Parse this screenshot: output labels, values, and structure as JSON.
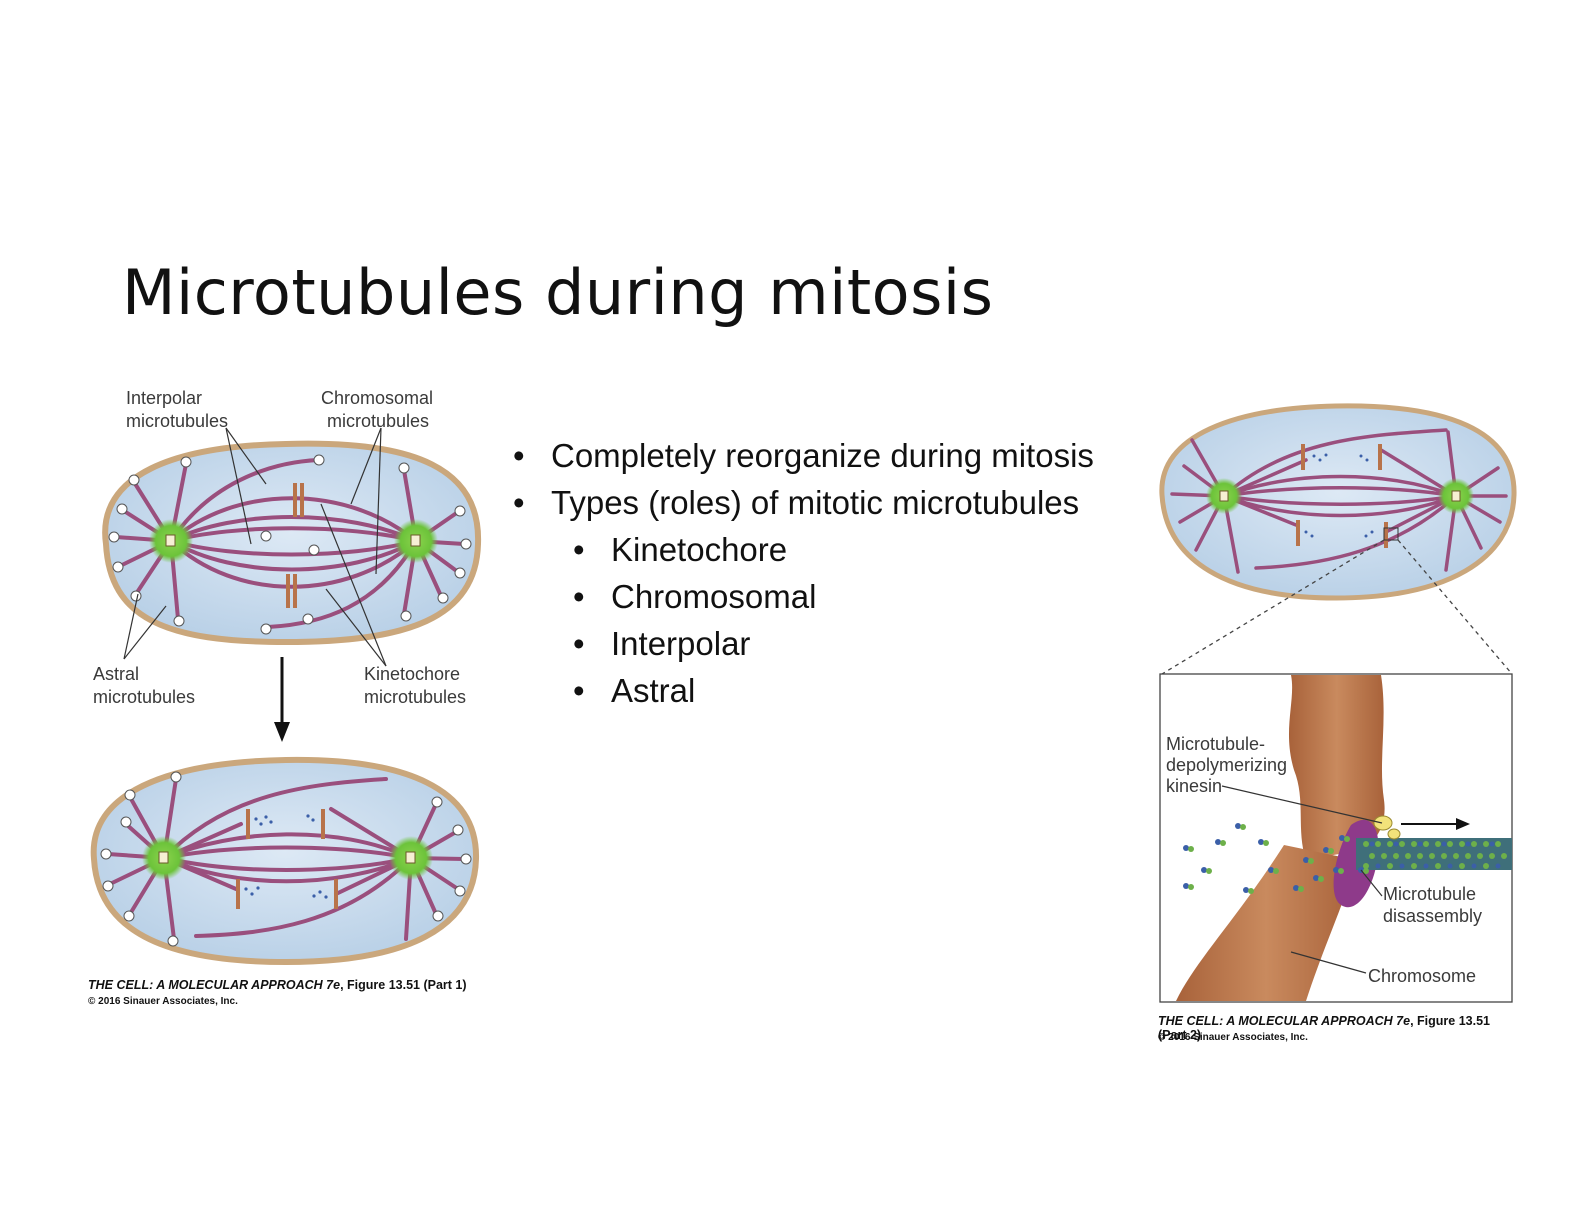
{
  "slide": {
    "title": "Microtubules during mitosis",
    "bullets": [
      {
        "text": "Completely reorganize during mitosis",
        "level": 1
      },
      {
        "text": "Types (roles) of mitotic microtubules",
        "level": 1
      },
      {
        "text": "Kinetochore",
        "level": 2
      },
      {
        "text": "Chromosomal",
        "level": 2
      },
      {
        "text": "Interpolar",
        "level": 2
      },
      {
        "text": "Astral",
        "level": 2
      }
    ],
    "bullet_glyph": "•"
  },
  "figure1": {
    "labels": {
      "interpolar_1": "Interpolar",
      "interpolar_2": "microtubules",
      "chromosomal_1": "Chromosomal",
      "chromosomal_2": "microtubules",
      "astral_1": "Astral",
      "astral_2": "microtubules",
      "kinetochore_1": "Kinetochore",
      "kinetochore_2": "microtubules"
    },
    "credit_italic": "THE CELL: A MOLECULAR APPROACH 7e",
    "credit_rest": ", Figure 13.51 (Part 1)",
    "copyright": "© 2016 Sinauer Associates, Inc."
  },
  "figure2": {
    "labels": {
      "kinesin_1": "Microtubule-",
      "kinesin_2": "depolymerizing",
      "kinesin_3": "kinesin",
      "disassembly_1": "Microtubule",
      "disassembly_2": "disassembly",
      "chromosome": "Chromosome"
    },
    "credit_italic": "THE CELL: A MOLECULAR APPROACH 7e",
    "credit_rest": ", Figure 13.51 (Part 2)",
    "copyright": "© 2016 Sinauer Associates, Inc."
  },
  "colors": {
    "cell_fill": "#c9dcee",
    "cell_border": "#caa77c",
    "centrosome": "#7ac943",
    "microtubule": "#9a4f7d",
    "chromosome": "#b8734a",
    "kinesin": "#8e3a8a",
    "tubulin": "#3b5fa8"
  }
}
